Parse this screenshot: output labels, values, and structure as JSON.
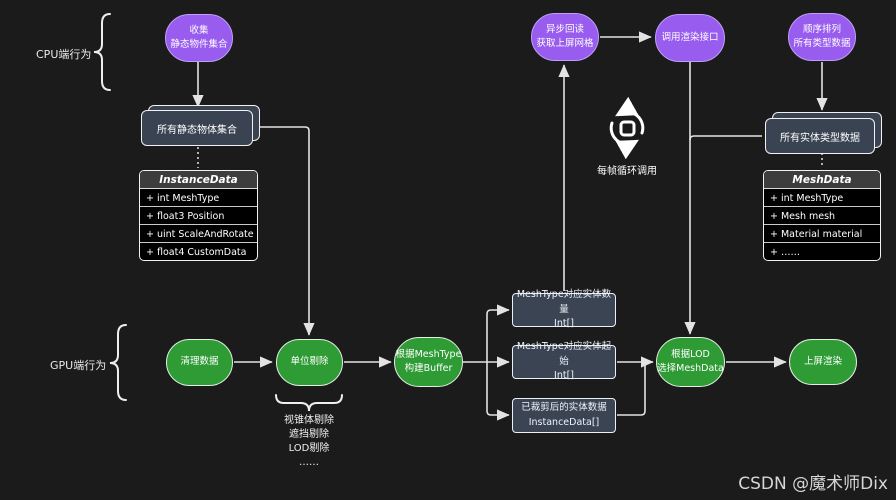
{
  "colors": {
    "background": "#1b1b1b",
    "cpu_node_fill": "#985cef",
    "cpu_node_border": "#bfa0f6",
    "gpu_node_fill": "#2e9b35",
    "container_fill": "#3a4352",
    "class_body_fill": "#000000",
    "class_header_fill": "#3d3d3d",
    "wire": "#e3e3e3"
  },
  "side_labels": {
    "cpu": "CPU端行为",
    "gpu": "GPU端行为"
  },
  "cpu_nodes": {
    "collect": {
      "line1": "收集",
      "line2": "静态物件集合"
    },
    "async_readback": {
      "line1": "异步回读",
      "line2": "获取上屏网格"
    },
    "call_render": {
      "line1": "调用渲染接口",
      "line2": ""
    },
    "sort_types": {
      "line1": "顺序排列",
      "line2": "所有类型数据"
    }
  },
  "containers": {
    "static_objects": "所有静态物体集合",
    "mesh_type_data": "所有实体类型数据"
  },
  "class_boxes": {
    "instance_data": {
      "title": "InstanceData",
      "rows": [
        "+ int MeshType",
        "+ float3 Position",
        "+ uint ScaleAndRotate",
        "+ float4 CustomData"
      ]
    },
    "mesh_data": {
      "title": "MeshData",
      "rows": [
        "+ int MeshType",
        "+ Mesh mesh",
        "+ Material material",
        "+ ……"
      ]
    }
  },
  "loop_note": "每帧循环调用",
  "gpu_nodes": {
    "clean": {
      "line1": "清理数据",
      "line2": ""
    },
    "cull": {
      "line1": "单位剔除",
      "line2": ""
    },
    "build_buffer": {
      "line1": "根据MeshType",
      "line2": "构建Buffer"
    },
    "select_lod": {
      "line1": "根据LOD",
      "line2": "选择MeshData"
    },
    "render": {
      "line1": "上屏渲染",
      "line2": ""
    }
  },
  "buffer_boxes": {
    "count": {
      "line1": "MeshType对应实体数量",
      "line2": "Int[]"
    },
    "start": {
      "line1": "MeshType对应实体起始",
      "line2": "Int[]"
    },
    "culled": {
      "line1": "已裁剪后的实体数据",
      "line2": "InstanceData[]"
    }
  },
  "cull_methods": [
    "视锥体剔除",
    "遮挡剔除",
    "LOD剔除",
    "……"
  ],
  "watermark": "CSDN @魔术师Dix"
}
